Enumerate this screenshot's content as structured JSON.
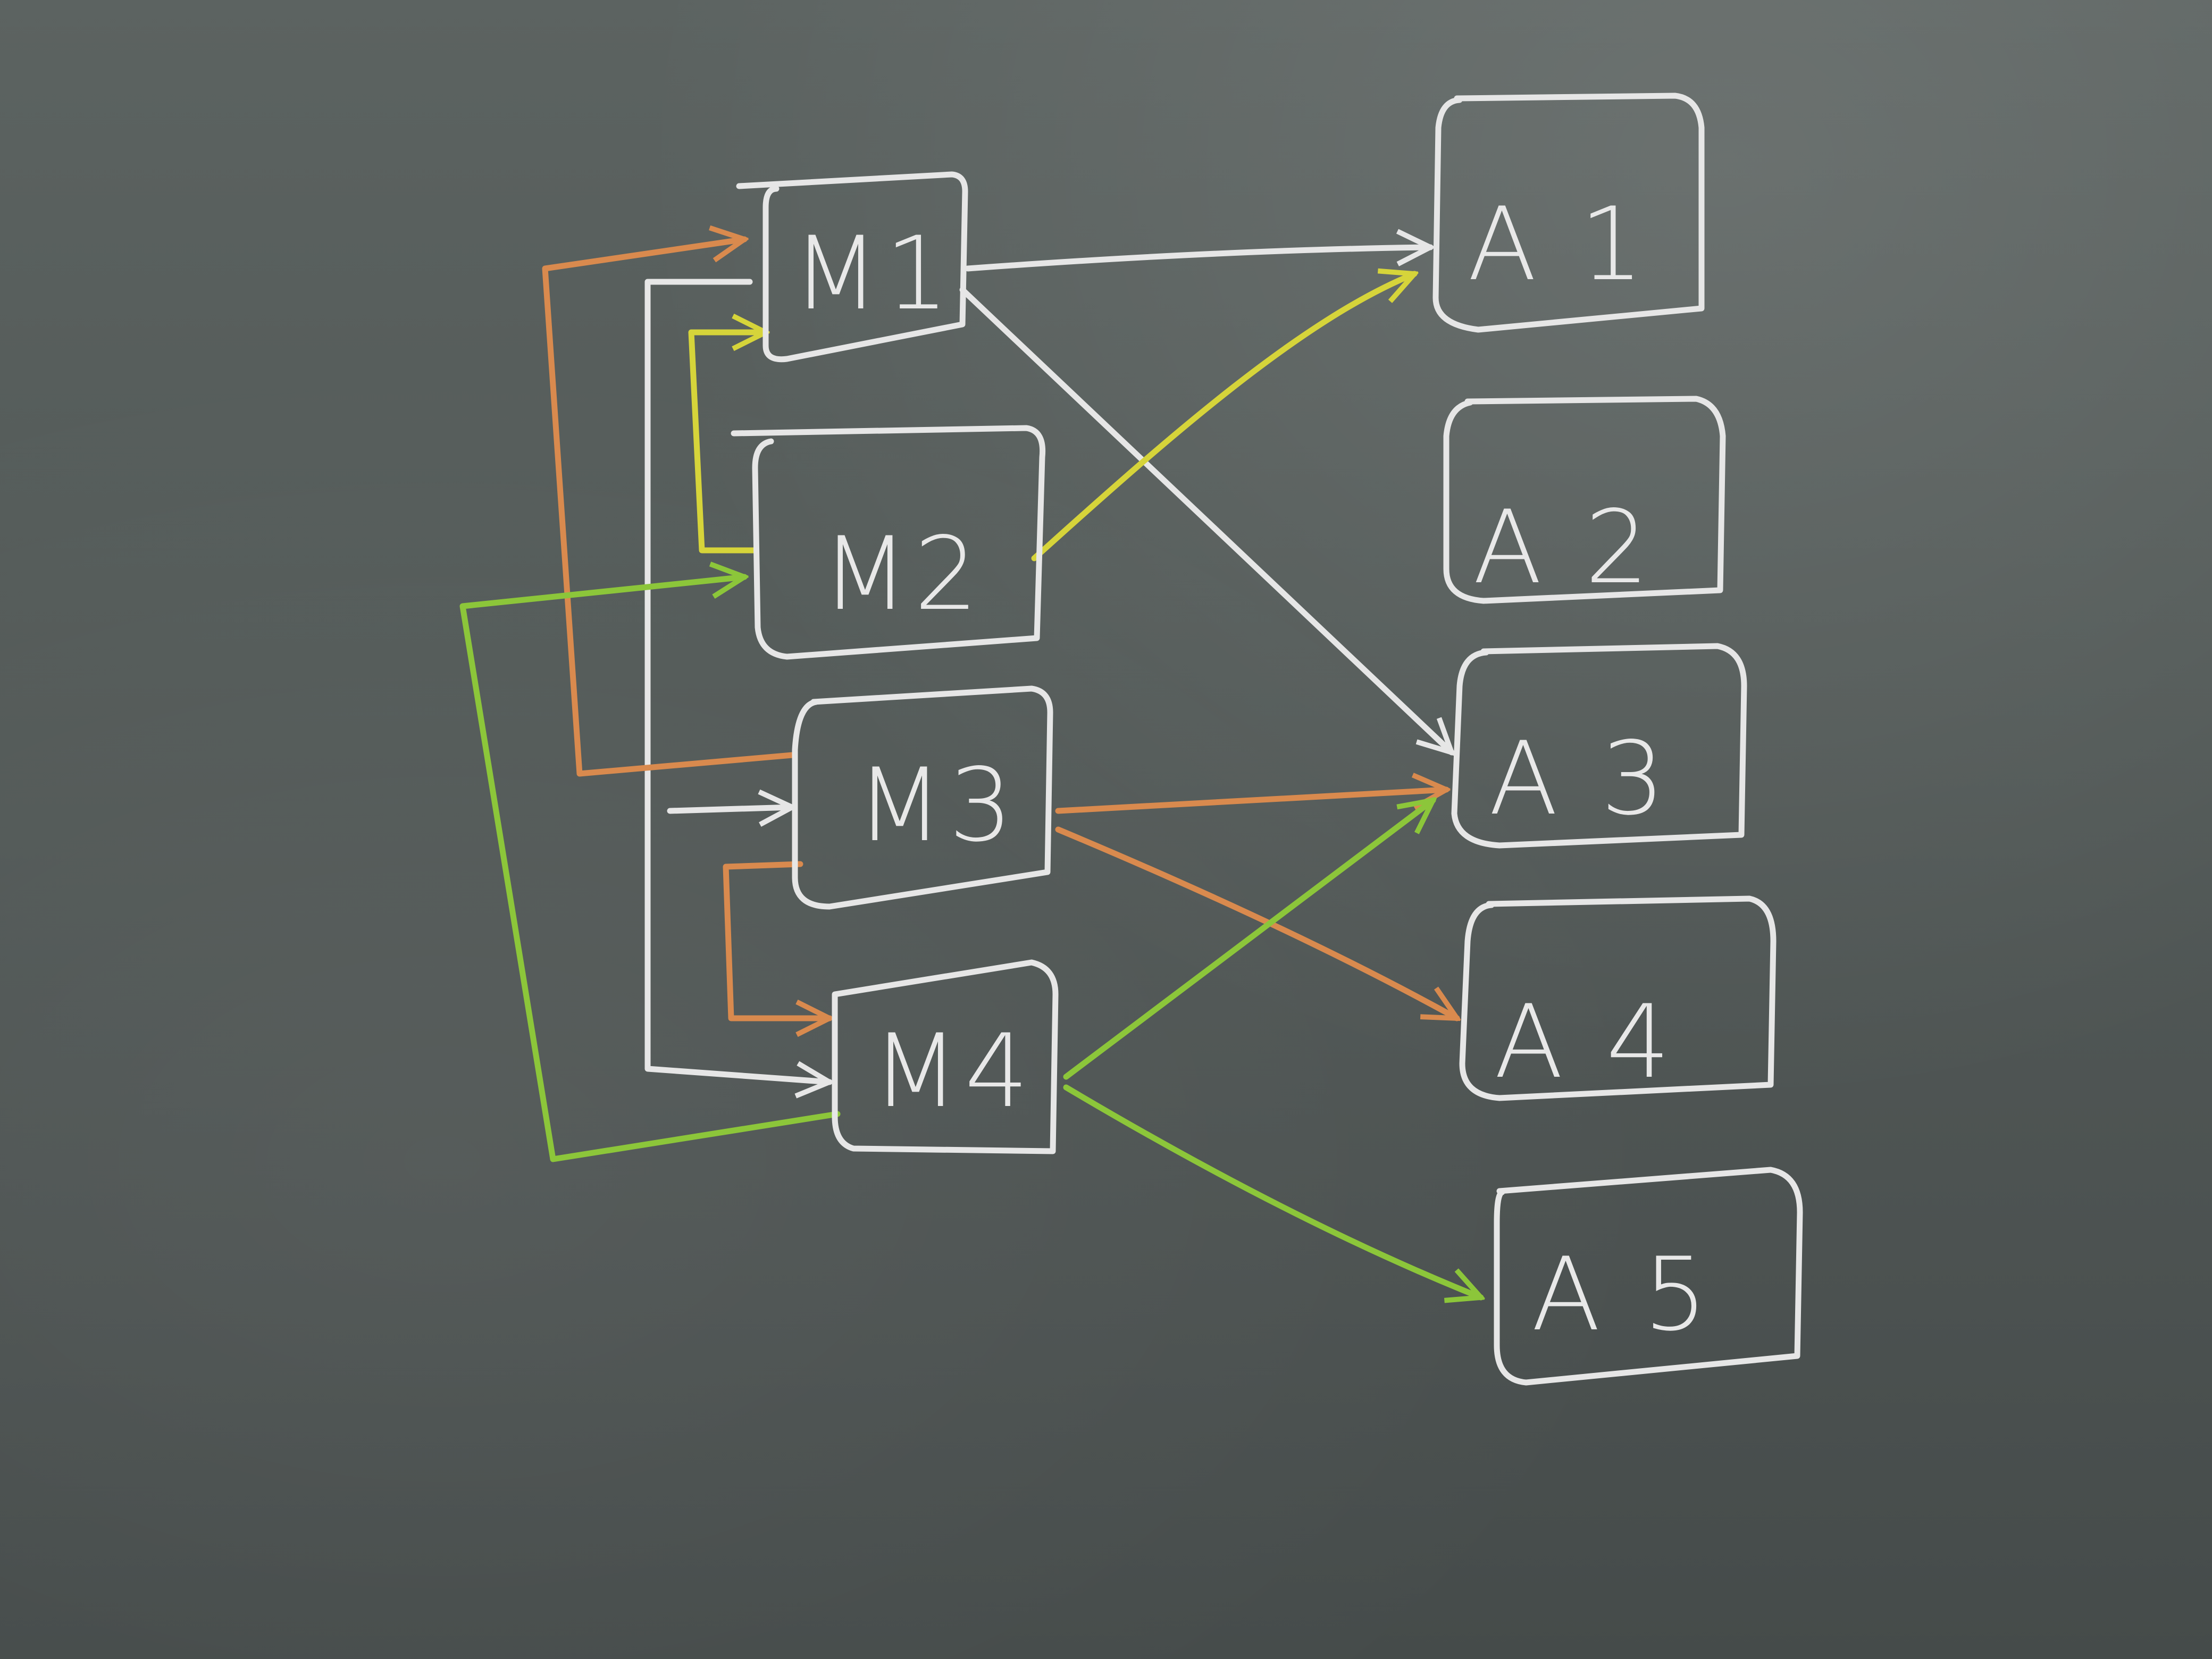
{
  "diagram": {
    "nodes": [
      {
        "id": "M1",
        "label": "M1"
      },
      {
        "id": "M2",
        "label": "M2"
      },
      {
        "id": "M3",
        "label": "M3"
      },
      {
        "id": "M4",
        "label": "M4"
      },
      {
        "id": "A1",
        "label": "A 1"
      },
      {
        "id": "A2",
        "label": "A 2"
      },
      {
        "id": "A3",
        "label": "A 3"
      },
      {
        "id": "A4",
        "label": "A 4"
      },
      {
        "id": "A5",
        "label": "A 5"
      }
    ],
    "edges": [
      {
        "from": "M1",
        "to": "A1",
        "color": "white"
      },
      {
        "from": "M1",
        "to": "A3",
        "color": "white"
      },
      {
        "from": "M1",
        "to": "M3",
        "color": "white"
      },
      {
        "from": "M1",
        "to": "M4",
        "color": "white"
      },
      {
        "from": "M2",
        "to": "A1",
        "color": "yellow"
      },
      {
        "from": "M2",
        "to": "M1",
        "color": "yellow"
      },
      {
        "from": "M3",
        "to": "A3",
        "color": "orange"
      },
      {
        "from": "M3",
        "to": "A4",
        "color": "orange"
      },
      {
        "from": "M3",
        "to": "M1",
        "color": "orange"
      },
      {
        "from": "M3",
        "to": "M4",
        "color": "orange"
      },
      {
        "from": "M4",
        "to": "A3",
        "color": "green"
      },
      {
        "from": "M4",
        "to": "A5",
        "color": "green"
      },
      {
        "from": "M4",
        "to": "M2",
        "color": "green"
      }
    ]
  },
  "colors": {
    "board": "#535a58",
    "chalk_white": "#e6e6e6",
    "chalk_yellow": "#d6d43a",
    "chalk_orange": "#d98a4e",
    "chalk_green": "#8cc63a"
  }
}
